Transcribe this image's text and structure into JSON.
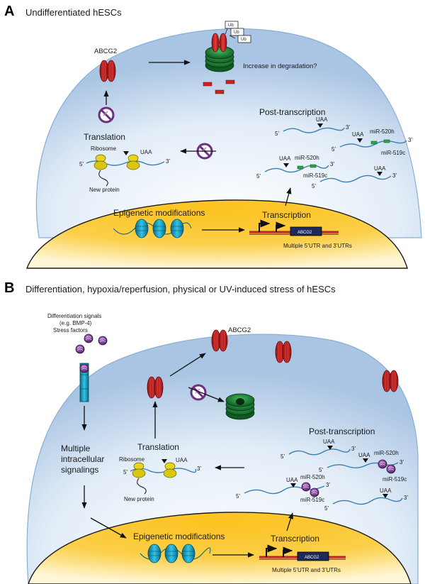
{
  "panel_a": {
    "letter": "A",
    "title": "Undifferentiated hESCs",
    "abcg2": "ABCG2",
    "ub": [
      "Ub",
      "Ub",
      "Ub"
    ],
    "degradation": "Increase in degradation?",
    "post_transcription": "Post-transcription",
    "translation": "Translation",
    "ribosome": "Ribosome",
    "new_protein": "New protein",
    "uaa": "UAA",
    "five_prime": "5’",
    "three_prime": "3’",
    "mir520h": "miR-520h",
    "mir519c": "miR-519c",
    "epigenetic": "Epigenetic modifications",
    "transcription": "Transcription",
    "gene": "ABCG2",
    "utrs": "Multiple 5’UTR and 3’UTRs"
  },
  "panel_b": {
    "letter": "B",
    "title": "Differentiation, hypoxia/reperfusion, physical or UV-induced stress of hESCs",
    "signals_1": "Differentiation signals",
    "signals_2": "(e.g. BMP-4)",
    "stress": "Stress factors",
    "abcg2": "ABCG2",
    "post_transcription": "Post-transcription",
    "translation": "Translation",
    "ribosome": "Ribosome",
    "new_protein": "New protein",
    "uaa": "UAA",
    "five_prime": "5’",
    "three_prime": "3’",
    "mir520h": "miR-520h",
    "mir519c": "miR-519c",
    "multiple_1": "Multiple",
    "multiple_2": "intracellular",
    "multiple_3": "signalings",
    "epigenetic": "Epigenetic modifications",
    "transcription": "Transcription",
    "gene": "ABCG2",
    "utrs": "Multiple 5’UTR and 3’UTRs"
  },
  "colors": {
    "cell_light": "#e9f1fa",
    "cell_edge": "#9bb9d9",
    "nucleus": "#fbb913",
    "abcg2_red": "#d21f1f",
    "proteasome_green": "#1f8a3a",
    "ribosome_yellow": "#e1d21b",
    "inhibitor_purple": "#7a3f8c",
    "nucleosome_cyan": "#1aa1c4",
    "mrna_blue": "#3a7fb3"
  }
}
